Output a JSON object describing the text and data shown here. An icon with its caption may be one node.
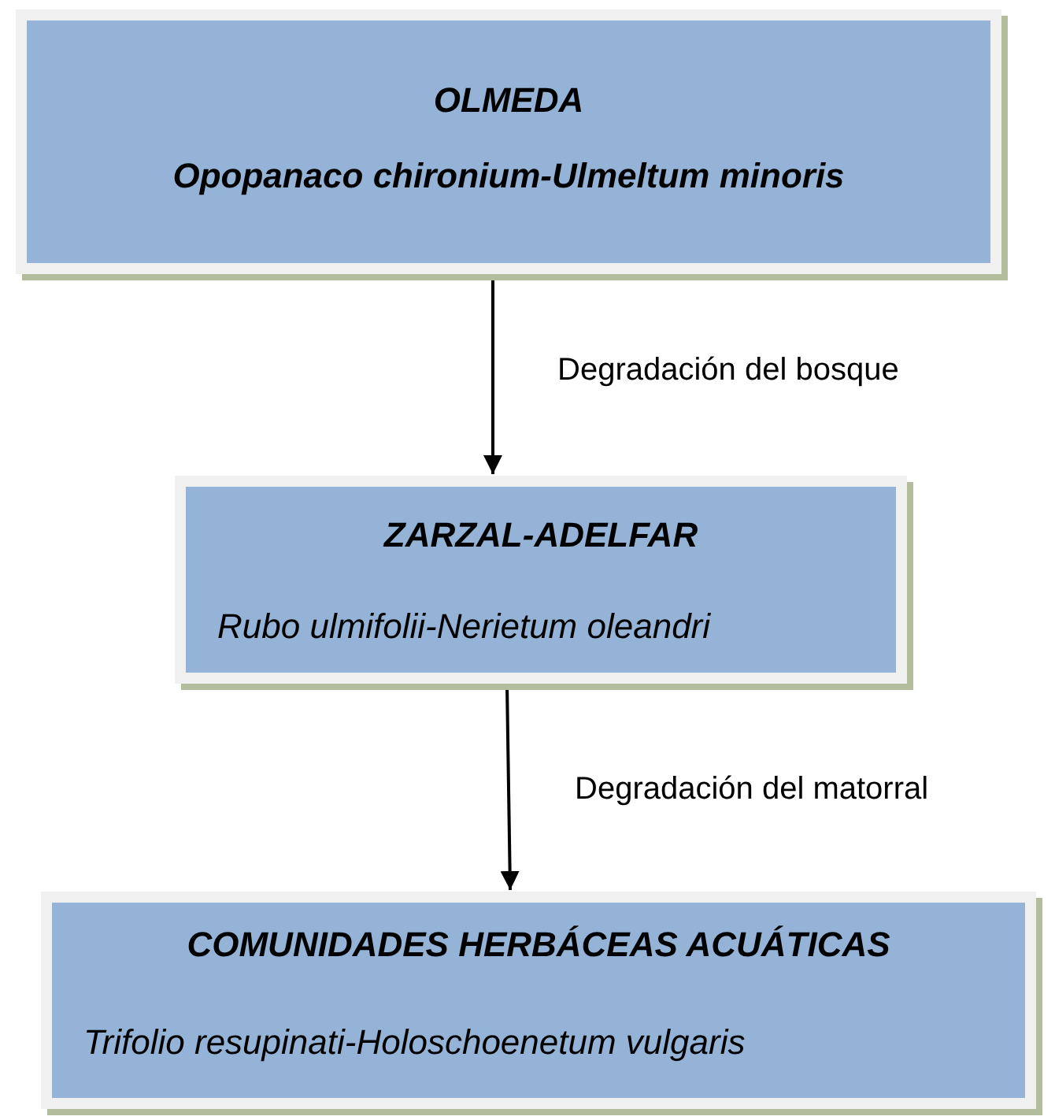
{
  "diagram": {
    "nodes": [
      {
        "text": [
          "OLMEDA",
          "Opopanaco chironium-Ulmeltum minoris"
        ]
      },
      {
        "text": [
          "ZARZAL-ADELFAR",
          "Rubo ulmifolii-Nerietum oleandri"
        ]
      },
      {
        "text": [
          "COMUNIDADES HERBÁCEAS ACUÁTICAS",
          "Trifolio resupinati-Holoschoenetum vulgaris"
        ]
      }
    ],
    "edges": [
      {
        "from": 0,
        "to": 1,
        "arrow": "to",
        "label": "Degradación del bosque"
      },
      {
        "from": 1,
        "to": 2,
        "arrow": "to",
        "label": "Degradación del matorral"
      }
    ]
  }
}
